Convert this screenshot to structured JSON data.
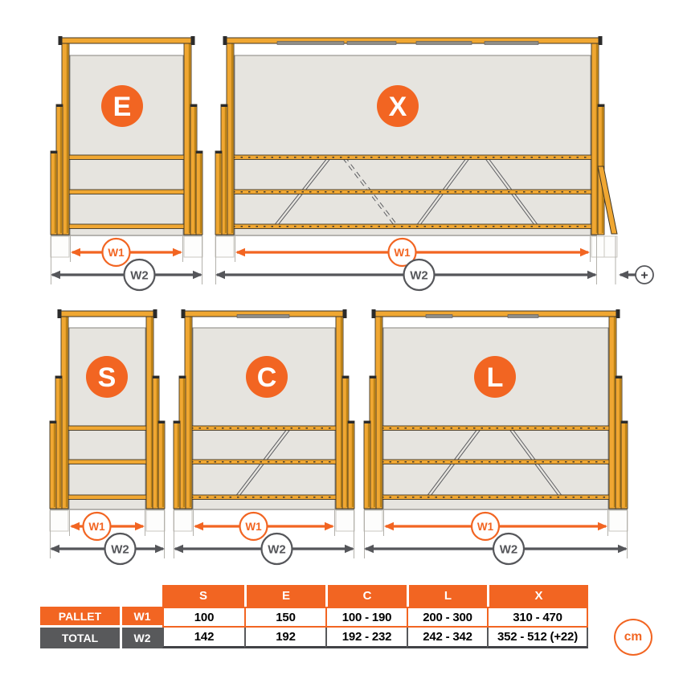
{
  "diagrams": [
    {
      "id": "e",
      "letter": "E"
    },
    {
      "id": "x",
      "letter": "X"
    },
    {
      "id": "s",
      "letter": "S"
    },
    {
      "id": "c",
      "letter": "C"
    },
    {
      "id": "l",
      "letter": "L"
    }
  ],
  "dimension_labels": {
    "w1": "W1",
    "w2": "W2",
    "plus": "+"
  },
  "unit_badge": "cm",
  "table": {
    "column_headers": [
      "S",
      "E",
      "C",
      "L",
      "X"
    ],
    "rows": [
      {
        "label": "PALLET",
        "dim": "W1",
        "values": [
          "100",
          "150",
          "100 - 190",
          "200 - 300",
          "310 - 470"
        ]
      },
      {
        "label": "TOTAL",
        "dim": "W2",
        "values": [
          "142",
          "192",
          "192 - 232",
          "242 - 342",
          "352 - 512 (+22)"
        ]
      }
    ]
  },
  "colors": {
    "orange": "#F26522",
    "structure_yellow": "#F0A732",
    "panel_grey": "#E6E4DF",
    "dark_grey": "#58595B"
  }
}
